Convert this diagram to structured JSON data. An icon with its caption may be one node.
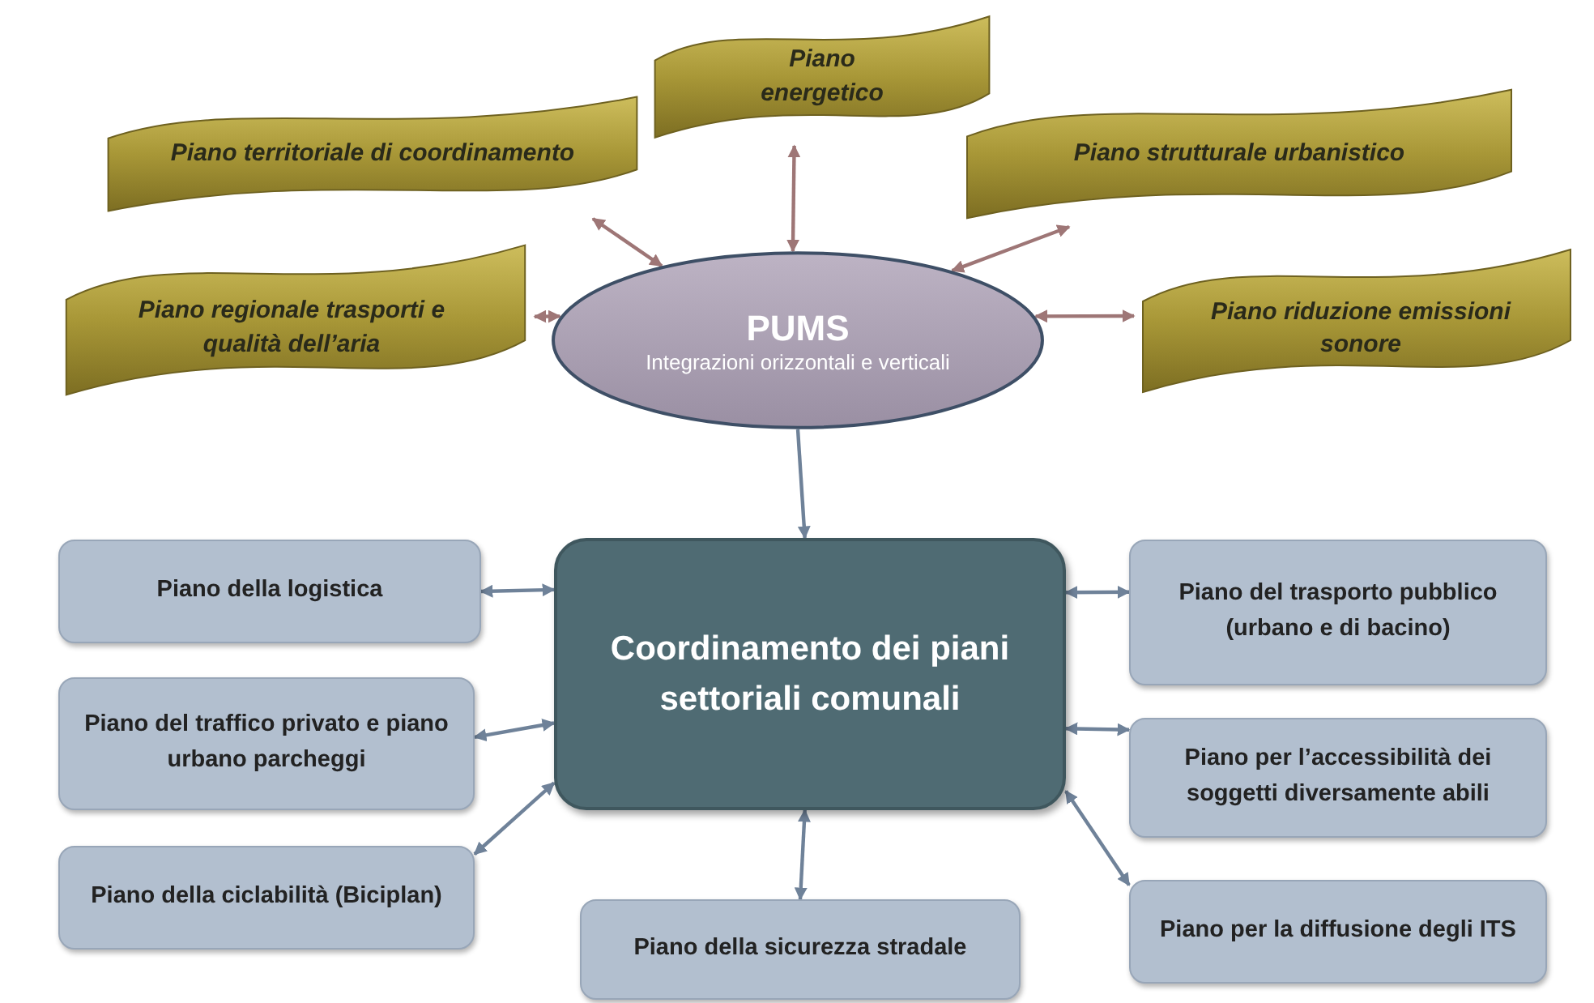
{
  "diagram": {
    "nodes": [
      {
        "text": [
          "Piano territoriale di coordinamento"
        ]
      },
      {
        "text": [
          "Piano energetico"
        ]
      },
      {
        "text": [
          "Piano strutturale urbanistico"
        ]
      },
      {
        "text": [
          "Piano  regionale trasporti e qualità dell’aria"
        ]
      },
      {
        "text": [
          "PUMS",
          "Integrazioni orizzontali e verticali"
        ]
      },
      {
        "text": [
          "Piano riduzione emissioni sonore"
        ]
      },
      {
        "text": [
          "Coordinamento dei piani settoriali comunali"
        ]
      },
      {
        "text": [
          "Piano della logistica"
        ]
      },
      {
        "text": [
          "Piano del traffico privato e piano urbano parcheggi"
        ]
      },
      {
        "text": [
          "Piano della ciclabilità (Biciplan)"
        ]
      },
      {
        "text": [
          "Piano della sicurezza stradale"
        ]
      },
      {
        "text": [
          "Piano del trasporto  pubblico (urbano  e di bacino)"
        ]
      },
      {
        "text": [
          "Piano per l’accessibilità dei soggetti diversamente abili"
        ]
      },
      {
        "text": [
          "Piano per la diffusione degli ITS"
        ]
      }
    ],
    "edges": [
      {
        "from": 0,
        "to": 4,
        "arrow": "both",
        "color": "#9e7676"
      },
      {
        "from": 1,
        "to": 4,
        "arrow": "both",
        "color": "#9e7676"
      },
      {
        "from": 2,
        "to": 4,
        "arrow": "both",
        "color": "#9e7676"
      },
      {
        "from": 3,
        "to": 4,
        "arrow": "both",
        "color": "#9e7676"
      },
      {
        "from": 5,
        "to": 4,
        "arrow": "both",
        "color": "#9e7676"
      },
      {
        "from": 4,
        "to": 6,
        "arrow": "to"
      },
      {
        "from": 6,
        "to": 7,
        "arrow": "both"
      },
      {
        "from": 6,
        "to": 8,
        "arrow": "both"
      },
      {
        "from": 6,
        "to": 9,
        "arrow": "both"
      },
      {
        "from": 6,
        "to": 10,
        "arrow": "both"
      },
      {
        "from": 6,
        "to": 11,
        "arrow": "both"
      },
      {
        "from": 6,
        "to": 12,
        "arrow": "both"
      },
      {
        "from": 6,
        "to": 13,
        "arrow": "both"
      }
    ]
  }
}
